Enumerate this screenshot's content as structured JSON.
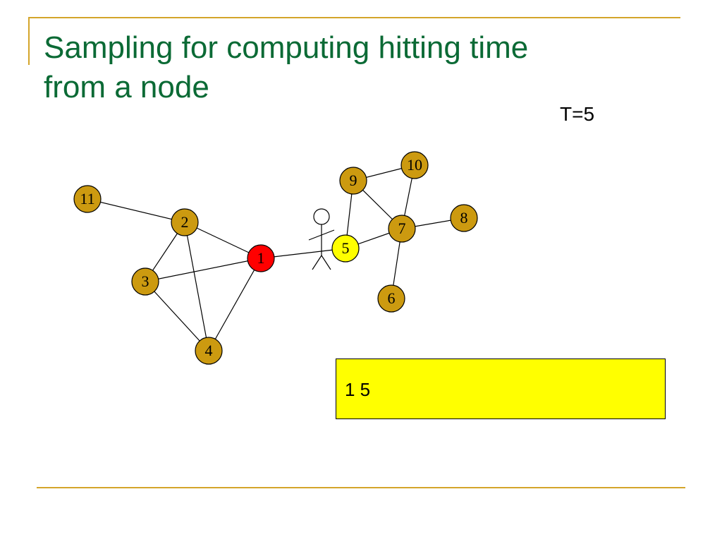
{
  "slide": {
    "title_line1": "Sampling for computing hitting time",
    "title_line2": "from a node",
    "t_label": "T=5",
    "walk_sequence": "1 5"
  },
  "graph": {
    "colors": {
      "node_fill": "#cc9a10",
      "start_node_fill": "#ff0000",
      "current_node_fill": "#ffff00",
      "edge": "#000000",
      "rule": "#d4a52b",
      "title": "#0b6a35"
    },
    "nodes": [
      {
        "id": "1",
        "label": "1",
        "state": "start"
      },
      {
        "id": "2",
        "label": "2",
        "state": "normal"
      },
      {
        "id": "3",
        "label": "3",
        "state": "normal"
      },
      {
        "id": "4",
        "label": "4",
        "state": "normal"
      },
      {
        "id": "5",
        "label": "5",
        "state": "current"
      },
      {
        "id": "6",
        "label": "6",
        "state": "normal"
      },
      {
        "id": "7",
        "label": "7",
        "state": "normal"
      },
      {
        "id": "8",
        "label": "8",
        "state": "normal"
      },
      {
        "id": "9",
        "label": "9",
        "state": "normal"
      },
      {
        "id": "10",
        "label": "10",
        "state": "normal"
      },
      {
        "id": "11",
        "label": "11",
        "state": "normal"
      }
    ],
    "edges": [
      [
        "11",
        "2"
      ],
      [
        "2",
        "1"
      ],
      [
        "2",
        "3"
      ],
      [
        "2",
        "4"
      ],
      [
        "3",
        "1"
      ],
      [
        "3",
        "4"
      ],
      [
        "4",
        "1"
      ],
      [
        "1",
        "5"
      ],
      [
        "5",
        "9"
      ],
      [
        "5",
        "7"
      ],
      [
        "9",
        "10"
      ],
      [
        "9",
        "7"
      ],
      [
        "10",
        "7"
      ],
      [
        "7",
        "8"
      ],
      [
        "7",
        "6"
      ]
    ],
    "walker_icon": "stick-figure-icon"
  }
}
